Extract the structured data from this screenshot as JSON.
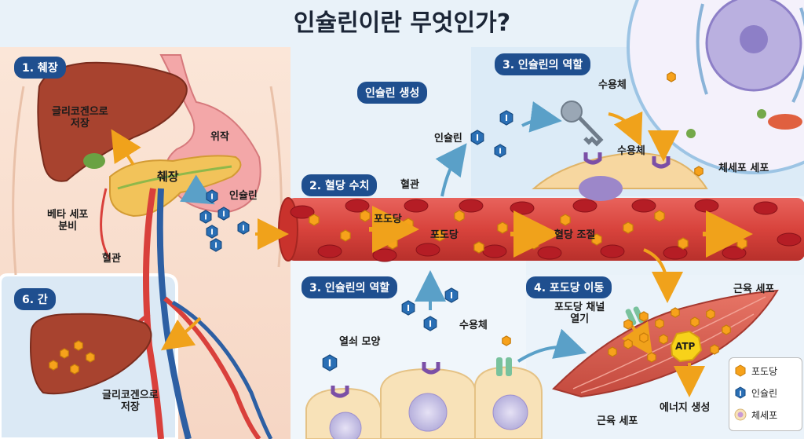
{
  "title": "인슐린이란 무엇인가?",
  "sections": {
    "pancreas": "1. 췌장",
    "blood_sugar": "2. 혈당 수치",
    "insulin_role_top": "3. 인슐린의 역할",
    "insulin_role_bottom": "3. 인슐린의 역할",
    "glucose_transport": "4. 포도당 이동",
    "liver": "6. 간",
    "insulin_production": "인슐린 생성"
  },
  "labels": {
    "glycogen_store_top": "글리코겐으로\n저장",
    "stomach": "위작",
    "pancreas_name": "췌장",
    "insulin_near_pancreas": "인슐린",
    "beta_cell": "베타 세포\n분비",
    "blood_vessel_body": "혈관",
    "blood_vessel_main": "혈관",
    "insulin_top": "인슐린",
    "receptor_top1": "수용체",
    "receptor_top2": "수용체",
    "body_cell": "체세포 세포",
    "glucose_left": "포도당",
    "glucose_mid": "포도당",
    "blood_sugar_control": "혈당 조절",
    "key_shape": "열쇠 모양",
    "receptor_bottom": "수용체",
    "glucose_channel": "포도당 채널\n열기",
    "muscle_cell_top": "근육 세포",
    "muscle_cell_bottom": "근육 세포",
    "atp": "ATP",
    "energy": "에너지 생성",
    "glycogen_store_liver": "글리코겐으로\n저장"
  },
  "legend": {
    "glucose": "포도당",
    "insulin": "인슐린",
    "cell": "체세포"
  },
  "insulin_glyph": "I",
  "colors": {
    "badge": "#1f4f8f",
    "glucose": "#f7a21b",
    "insulin": "#2a6fb5",
    "rbc": "#c8202a",
    "vessel": "#d9403b",
    "liver": "#a8432f",
    "pancreas": "#f2c35a",
    "muscle": "#d4574a"
  }
}
